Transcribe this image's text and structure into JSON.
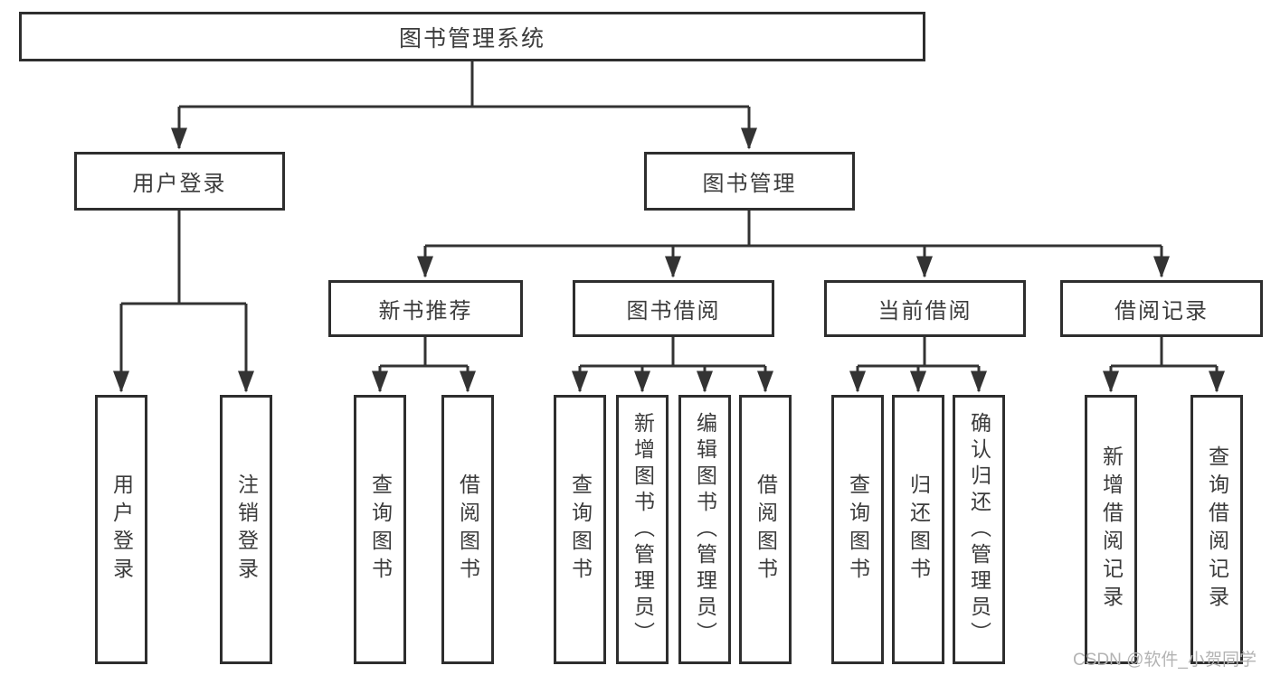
{
  "diagram": {
    "root": {
      "label": "图书管理系统"
    },
    "level2": [
      {
        "label": "用户登录"
      },
      {
        "label": "图书管理"
      }
    ],
    "level3": [
      {
        "label": "新书推荐",
        "parent": "图书管理"
      },
      {
        "label": "图书借阅",
        "parent": "图书管理"
      },
      {
        "label": "当前借阅",
        "parent": "图书管理"
      },
      {
        "label": "借阅记录",
        "parent": "图书管理"
      }
    ],
    "leaves": [
      {
        "label": "用户登录",
        "parent": "用户登录"
      },
      {
        "label": "注销登录",
        "parent": "用户登录"
      },
      {
        "label": "查询图书",
        "parent": "新书推荐"
      },
      {
        "label": "借阅图书",
        "parent": "新书推荐"
      },
      {
        "label": "查询图书",
        "parent": "图书借阅"
      },
      {
        "label": "新增图书（管理员）",
        "parent": "图书借阅"
      },
      {
        "label": "编辑图书（管理员）",
        "parent": "图书借阅"
      },
      {
        "label": "借阅图书",
        "parent": "图书借阅"
      },
      {
        "label": "查询图书",
        "parent": "当前借阅"
      },
      {
        "label": "归还图书",
        "parent": "当前借阅"
      },
      {
        "label": "确认归还（管理员）",
        "parent": "当前借阅"
      },
      {
        "label": "新增借阅记录",
        "parent": "借阅记录"
      },
      {
        "label": "查询借阅记录",
        "parent": "借阅记录"
      }
    ]
  },
  "watermark": {
    "text": "CSDN @软件_小贺同学"
  },
  "colors": {
    "line": "#333333",
    "box_border": "#2e2e2e",
    "text": "#3b3b3b",
    "watermark": "#b3b3b3",
    "background": "#ffffff"
  }
}
